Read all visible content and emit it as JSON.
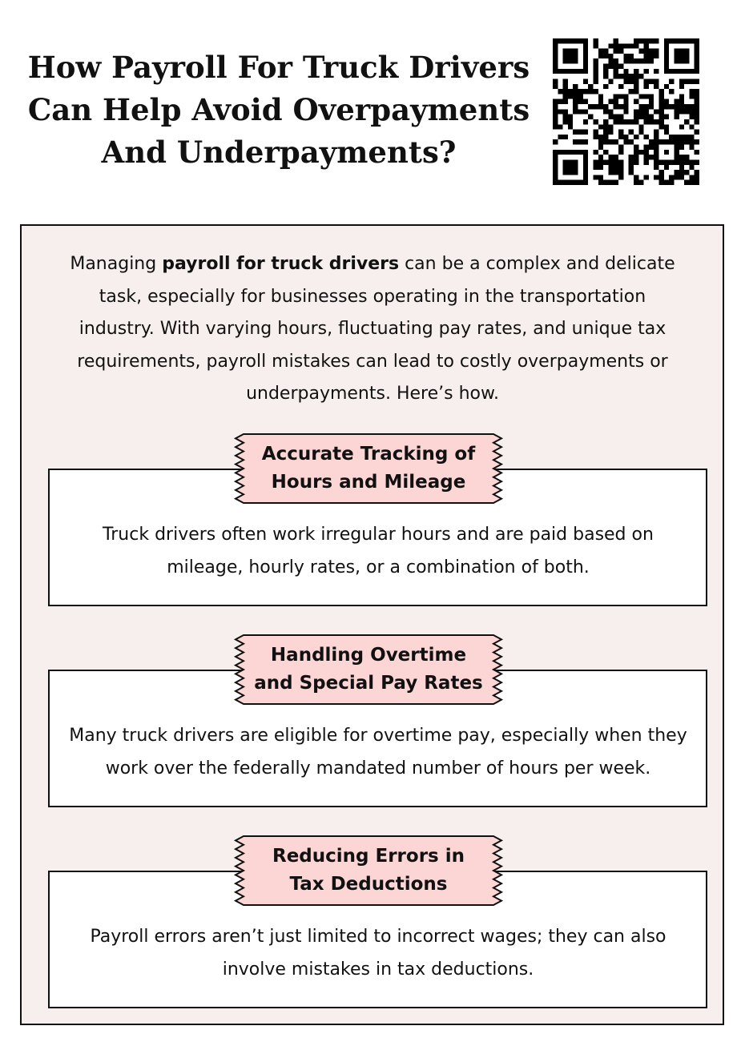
{
  "header": {
    "title": "How Payroll For Truck Drivers Can Help Avoid Overpayments And Underpayments?"
  },
  "intro": {
    "before": "Managing ",
    "bold": "payroll for truck drivers",
    "after": " can be a complex and delicate task, especially for businesses operating in the transportation industry. With varying hours, fluctuating pay rates, and unique tax requirements, payroll mistakes can lead to costly overpayments or underpayments. Here’s how."
  },
  "sections": [
    {
      "heading": "Accurate Tracking of Hours and Mileage",
      "text": "Truck drivers often work irregular hours and are paid based on mileage, hourly rates, or a combination of both."
    },
    {
      "heading": "Handling Overtime and Special Pay Rates",
      "text": "Many truck drivers are eligible for overtime pay, especially when they work over the federally mandated number of hours per week."
    },
    {
      "heading": "Reducing Errors in Tax Deductions",
      "text": "Payroll errors aren’t just limited to incorrect wages; they can also involve mistakes in tax deductions."
    }
  ],
  "colors": {
    "panel_background": "#f7efed",
    "ribbon_fill": "#fcd5d5",
    "ink": "#111111"
  },
  "icons": {
    "qr": "qr-code-icon",
    "ribbon": "zigzag-ribbon-banner"
  }
}
